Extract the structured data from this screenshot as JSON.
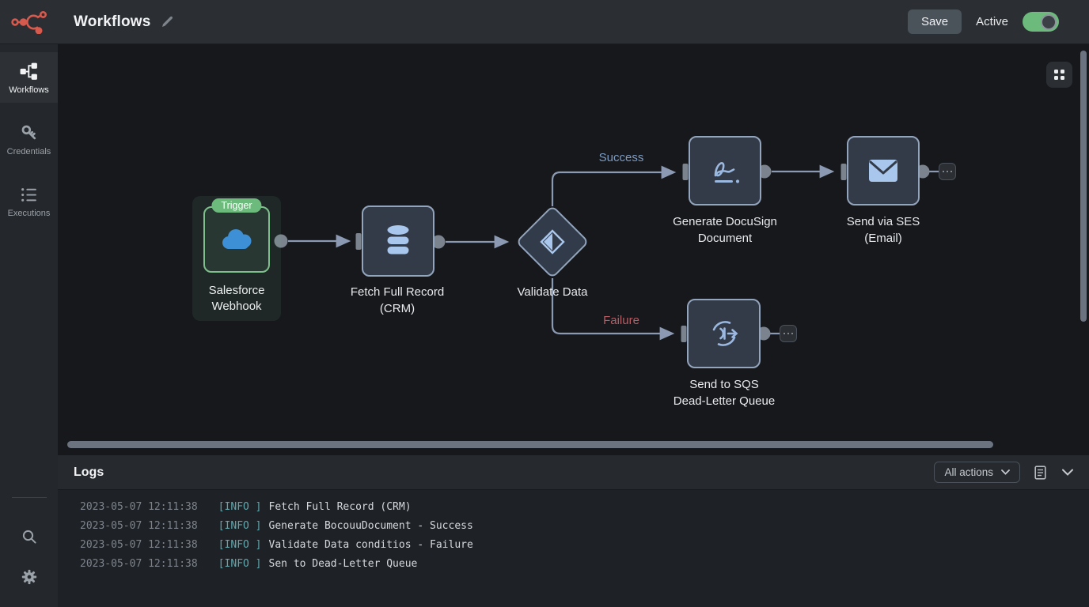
{
  "header": {
    "title": "Workflows",
    "save_label": "Save",
    "active_label": "Active"
  },
  "sidebar": {
    "items": [
      {
        "label": "Workflows",
        "icon": "workflow-graph-icon",
        "active": true
      },
      {
        "label": "Credentials",
        "icon": "key-icon",
        "active": false
      },
      {
        "label": "Executions",
        "icon": "list-icon",
        "active": false
      }
    ],
    "bottom_icons": [
      "search-icon",
      "gear-icon"
    ]
  },
  "canvas": {
    "nodes": {
      "trigger": {
        "badge": "Trigger",
        "label_line1": "Salesforce",
        "label_line2": "Webhook",
        "icon": "salesforce-cloud-icon"
      },
      "fetch": {
        "label_line1": "Fetch Full Record",
        "label_line2": "(CRM)",
        "icon": "database-icon"
      },
      "validate": {
        "label": "Validate Data",
        "icon": "diamond-icon"
      },
      "docusign": {
        "label_line1": "Generate DocuSign",
        "label_line2": "Document",
        "icon": "signature-icon"
      },
      "ses": {
        "label_line1": "Send via SES",
        "label_line2": "(Email)",
        "icon": "envelope-icon"
      },
      "sqs": {
        "label_line1": "Send to SQS",
        "label_line2": "Dead-Letter Queue",
        "icon": "queue-cycle-icon"
      }
    },
    "edges": {
      "success_label": "Success",
      "failure_label": "Failure"
    },
    "colors": {
      "edge": "#8b9ab2",
      "success_text": "#7d9cc4",
      "failure_text": "#b85c64",
      "node_border": "#93a4bd",
      "trigger_green": "#6cba7c",
      "salesforce_blue": "#3d8fd6",
      "icon_blue": "#a9c6ec",
      "logo_red": "#d65a4d"
    }
  },
  "logs": {
    "title": "Logs",
    "filter_label": "All actions",
    "entries": [
      {
        "timestamp": "2023-05-07 12:11:38",
        "level": "[INFO ]",
        "message": "Fetch Full Record (CRM)"
      },
      {
        "timestamp": "2023-05-07 12:11:38",
        "level": "[INFO ]",
        "message": "Generate BocouuDocument - Success"
      },
      {
        "timestamp": "2023-05-07 12:11:38",
        "level": "[INFO ]",
        "message": "Validate Data conditios - Failure"
      },
      {
        "timestamp": "2023-05-07 12:11:38",
        "level": "[INFO ]",
        "message": "Sen to Dead-Letter Queue"
      }
    ]
  }
}
